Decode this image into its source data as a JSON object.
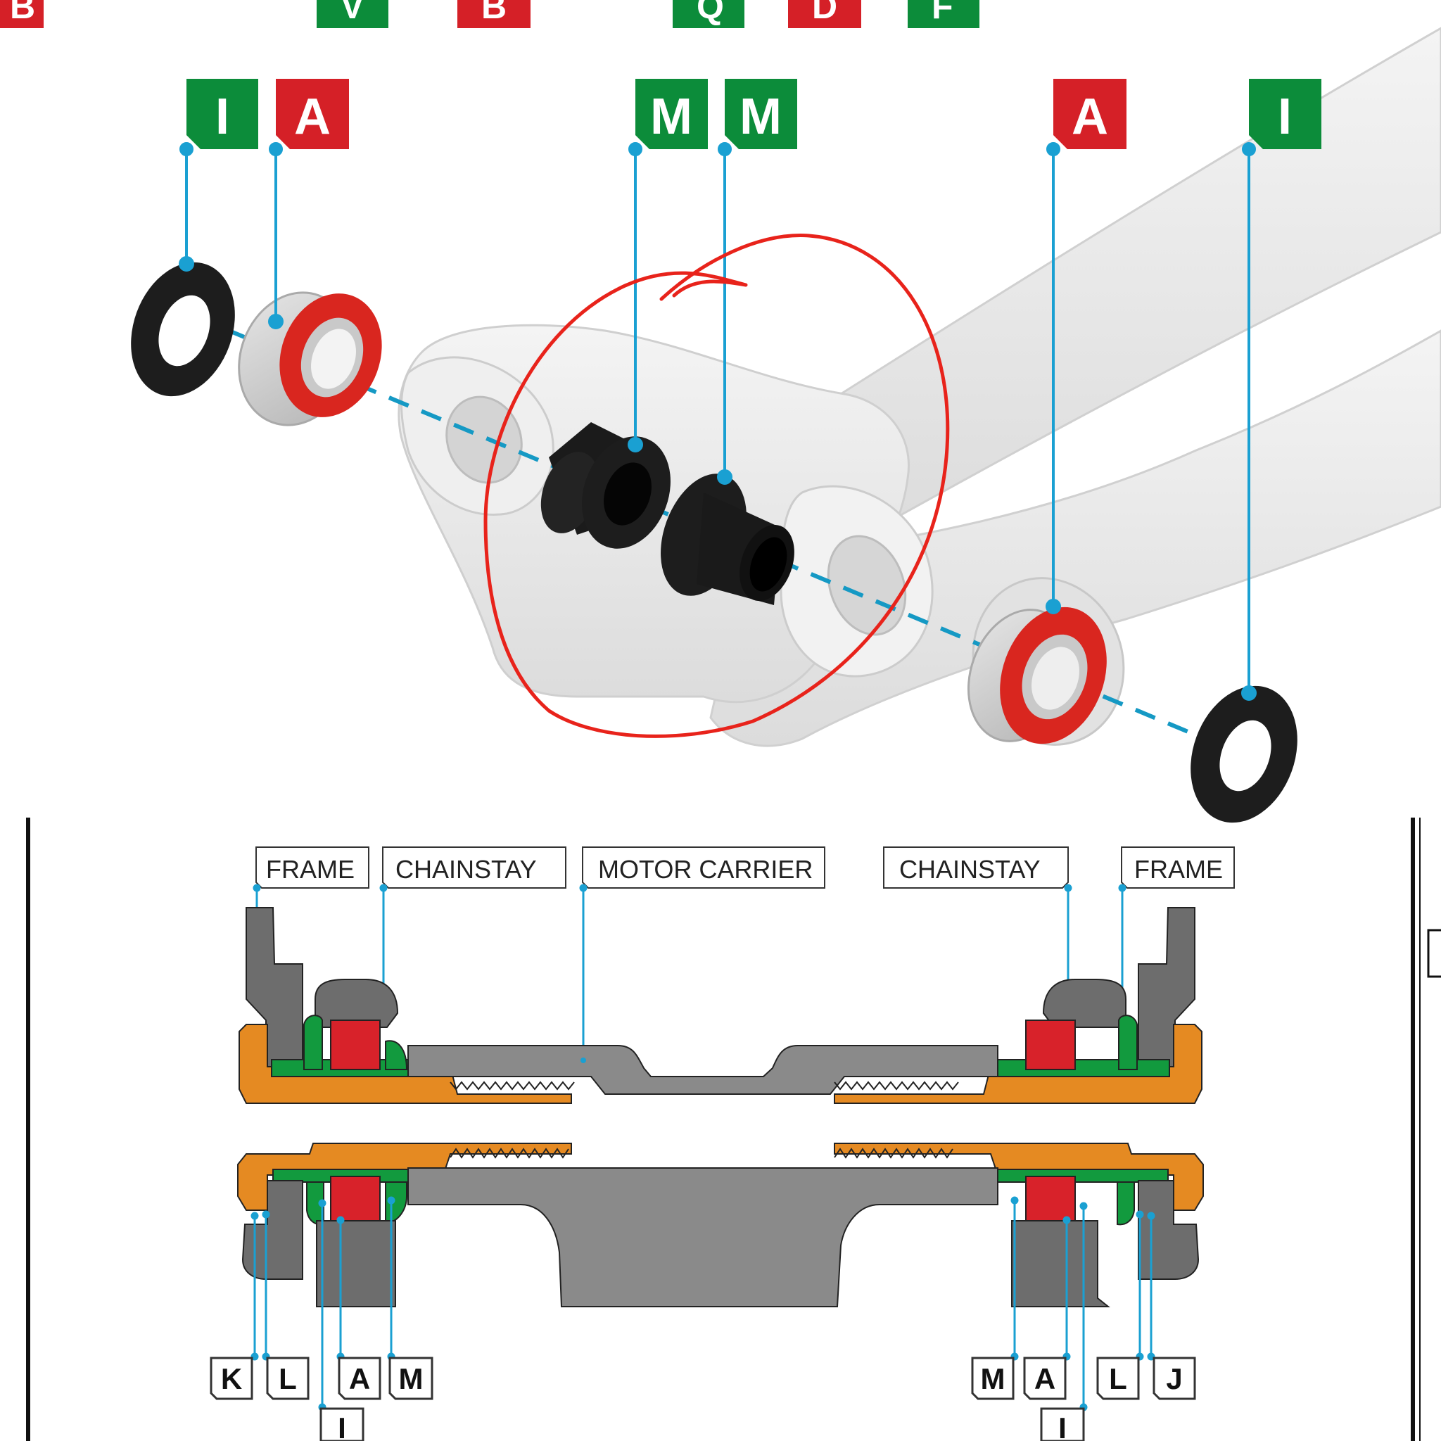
{
  "colors": {
    "green_tag": "#0c8c3a",
    "red_tag": "#d52027",
    "leader_line": "#1aa0d2",
    "axis_line": "#1599c4",
    "annotation_circle": "#e8231b",
    "washer": "#1d1d1d",
    "bearing_red": "#d9261f",
    "bearing_metal": "#cfcfcf",
    "frame_white": "#e9e9e9",
    "section_orange": "#e58a22",
    "section_green": "#129a3e",
    "section_red": "#d8222a",
    "section_grey": "#6d6d6d",
    "section_light_grey": "#8a8a8a"
  },
  "top_strip": [
    "B",
    "V",
    "B",
    "Q",
    "D",
    "F"
  ],
  "callouts": [
    {
      "letter": "I",
      "color": "green"
    },
    {
      "letter": "A",
      "color": "red"
    },
    {
      "letter": "M",
      "color": "green"
    },
    {
      "letter": "M",
      "color": "green"
    },
    {
      "letter": "A",
      "color": "red"
    },
    {
      "letter": "I",
      "color": "green"
    }
  ],
  "section_labels": [
    "FRAME",
    "CHAINSTAY",
    "MOTOR CARRIER",
    "CHAINSTAY",
    "FRAME"
  ],
  "part_labels_left": [
    "K",
    "L",
    "A",
    "M"
  ],
  "part_labels_left_lower": [
    "I"
  ],
  "part_labels_right": [
    "M",
    "A",
    "L",
    "J"
  ],
  "part_labels_right_lower": [
    "I"
  ]
}
